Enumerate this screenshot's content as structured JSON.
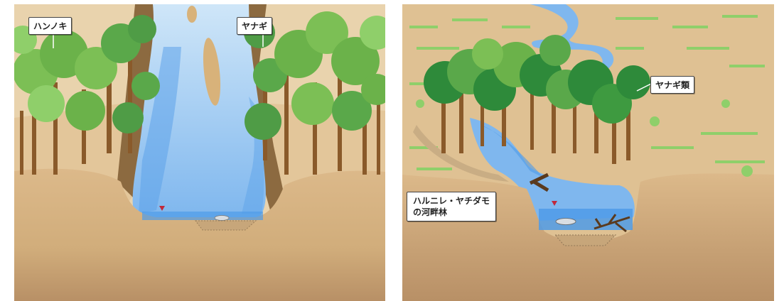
{
  "panels": [
    {
      "labels": {
        "alder": "ハンノキ",
        "willow": "ヤナギ"
      }
    },
    {
      "labels": {
        "willow_class": "ヤナギ類",
        "elm_line1": "ハルニレ・ヤチダモ",
        "elm_line2": "の河畔林"
      }
    }
  ],
  "colors": {
    "water": "#9cc9f2",
    "water_deep": "#4f9be8",
    "soil": "#d9b98a",
    "soil_dark": "#a88455",
    "foliage": "#5aa84a",
    "foliage_dark": "#2e8a3a",
    "trunk": "#8a5a2a",
    "grass": "#8fcf6a"
  }
}
